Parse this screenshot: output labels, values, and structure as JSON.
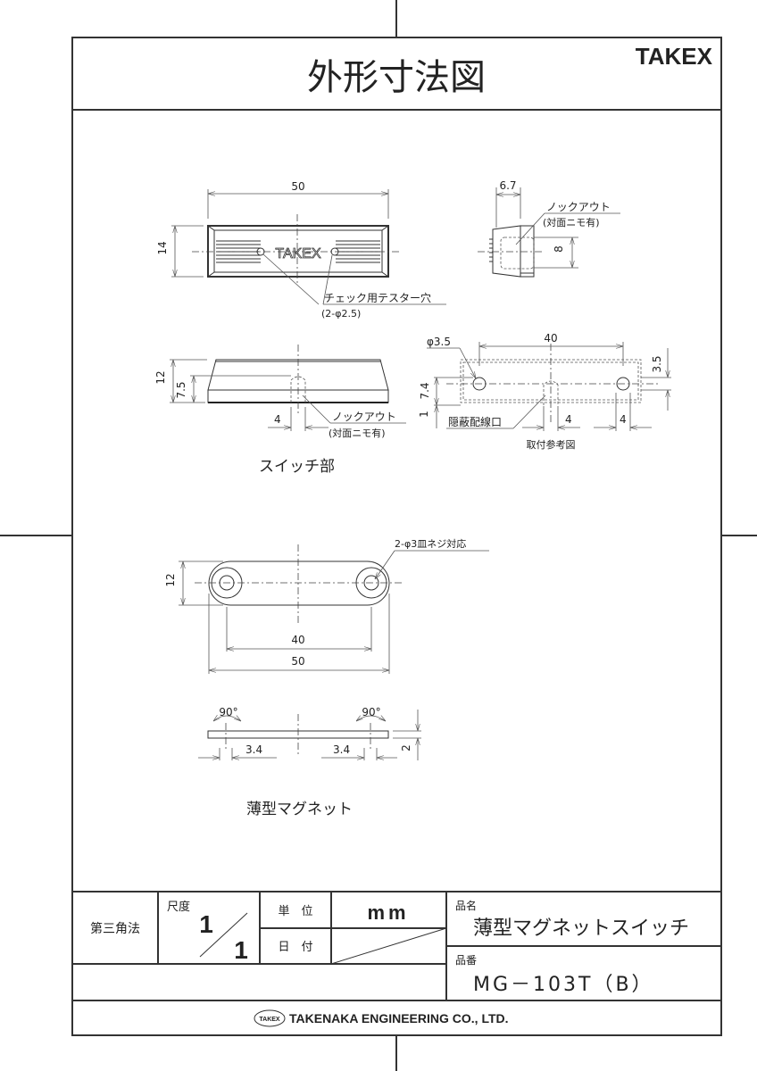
{
  "header": {
    "title": "外形寸法図",
    "brand": "TAKEX"
  },
  "switch_section": {
    "label": "スイッチ部",
    "front_view": {
      "width_dim": "50",
      "height_dim": "14",
      "logo": "TAKEX",
      "note_line1": "チェック用テスター穴",
      "note_line2": "(2-φ2.5)"
    },
    "side_view": {
      "depth_dim": "6.7",
      "height_dim": "8",
      "note_line1": "ノックアウト",
      "note_line2": "(対面ニモ有)"
    },
    "bottom_view": {
      "height_dim": "12",
      "knockout_height_dim": "7.5",
      "knockout_width_dim": "4",
      "note_line1": "ノックアウト",
      "note_line2": "(対面ニモ有)"
    },
    "mounting_ref": {
      "hole_dia": "φ3.5",
      "pitch_dim": "40",
      "offset_dim": "3.5",
      "height_dim": "7.4",
      "bottom_dim": "1",
      "wiring_width_dim": "4",
      "hole_width_dim": "4",
      "wiring_label": "隠蔽配線口",
      "caption": "取付参考図"
    }
  },
  "magnet_section": {
    "label": "薄型マグネット",
    "top_view": {
      "screw_note": "2-φ3皿ネジ対応",
      "height_dim": "12",
      "pitch_dim": "40",
      "width_dim": "50"
    },
    "side_view": {
      "angle_left": "90°",
      "angle_right": "90°",
      "offset_left": "3.4",
      "offset_right": "3.4",
      "thickness_dim": "2"
    }
  },
  "title_block": {
    "projection": "第三角法",
    "scale_label": "尺度",
    "scale_num": "1",
    "scale_den": "1",
    "unit_label": "単　位",
    "unit_value": "mm",
    "date_label": "日　付",
    "date_value": "",
    "product_name_label": "品名",
    "product_name": "薄型マグネットスイッチ",
    "part_no_label": "品番",
    "part_no": "MG－103T（B）",
    "logo_small": "TAKEX",
    "company": "TAKENAKA ENGINEERING CO., LTD."
  }
}
